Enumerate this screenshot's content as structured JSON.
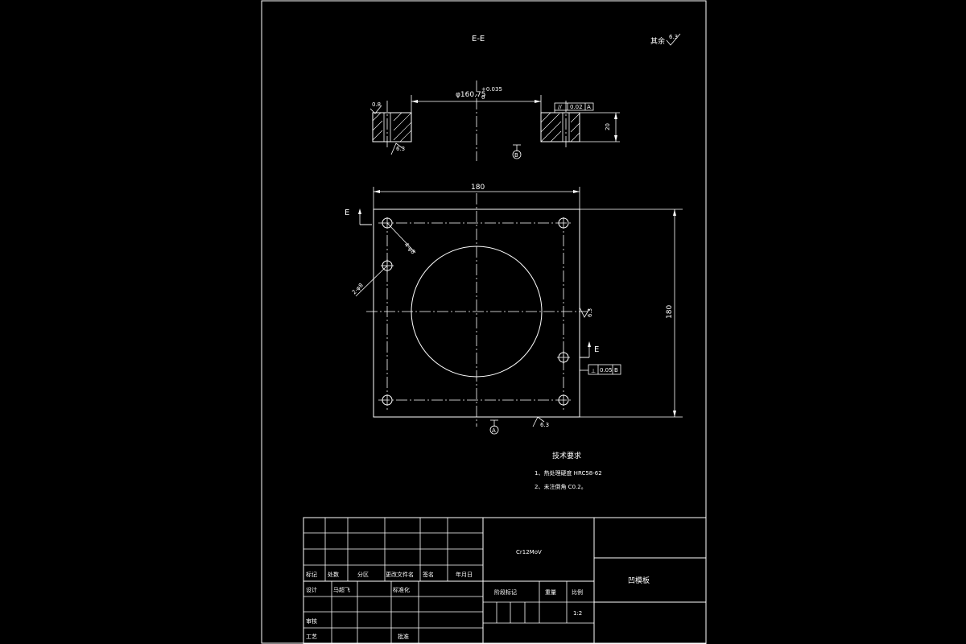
{
  "section_label": "E-E",
  "surface_note": "其余",
  "surface_note_value": "6.3",
  "top_view": {
    "bore_dim": "φ160.75",
    "bore_tol_upper": "+0.035",
    "bore_tol_lower": "0",
    "roughness_left": "0.8",
    "roughness_bottom": "6.3",
    "thickness_dim": "20",
    "gtol_value": "0.02",
    "gtol_datum": "A",
    "datum_b": "B"
  },
  "plan_view": {
    "width_dim": "180",
    "height_dim": "180",
    "section_mark": "E",
    "hole_dim_a": "4-φ8",
    "hole_dim_b": "2-φ8",
    "right_note": "6.3",
    "bottom_note": "6.3",
    "datum_a": "A",
    "perp_value": "0.05",
    "perp_datum": "B"
  },
  "tech_req": {
    "title": "技术要求",
    "line1": "1、热处理硬度 HRC58-62",
    "line2": "2、未注倒角 C0.2。"
  },
  "title_block": {
    "material": "Cr12MoV",
    "part_name": "凹模板",
    "scale": "1:2",
    "h_mark": "标记",
    "h_count": "处数",
    "h_zone": "分区",
    "h_docno": "更改文件名",
    "h_sign": "签名",
    "h_date": "年月日",
    "r_design": "设计",
    "designer": "马超飞",
    "r_std": "标准化",
    "r_stage": "阶段标记",
    "r_weight": "重量",
    "r_scale": "比例",
    "r_review": "审核",
    "r_process": "工艺",
    "r_approve": "批准"
  }
}
